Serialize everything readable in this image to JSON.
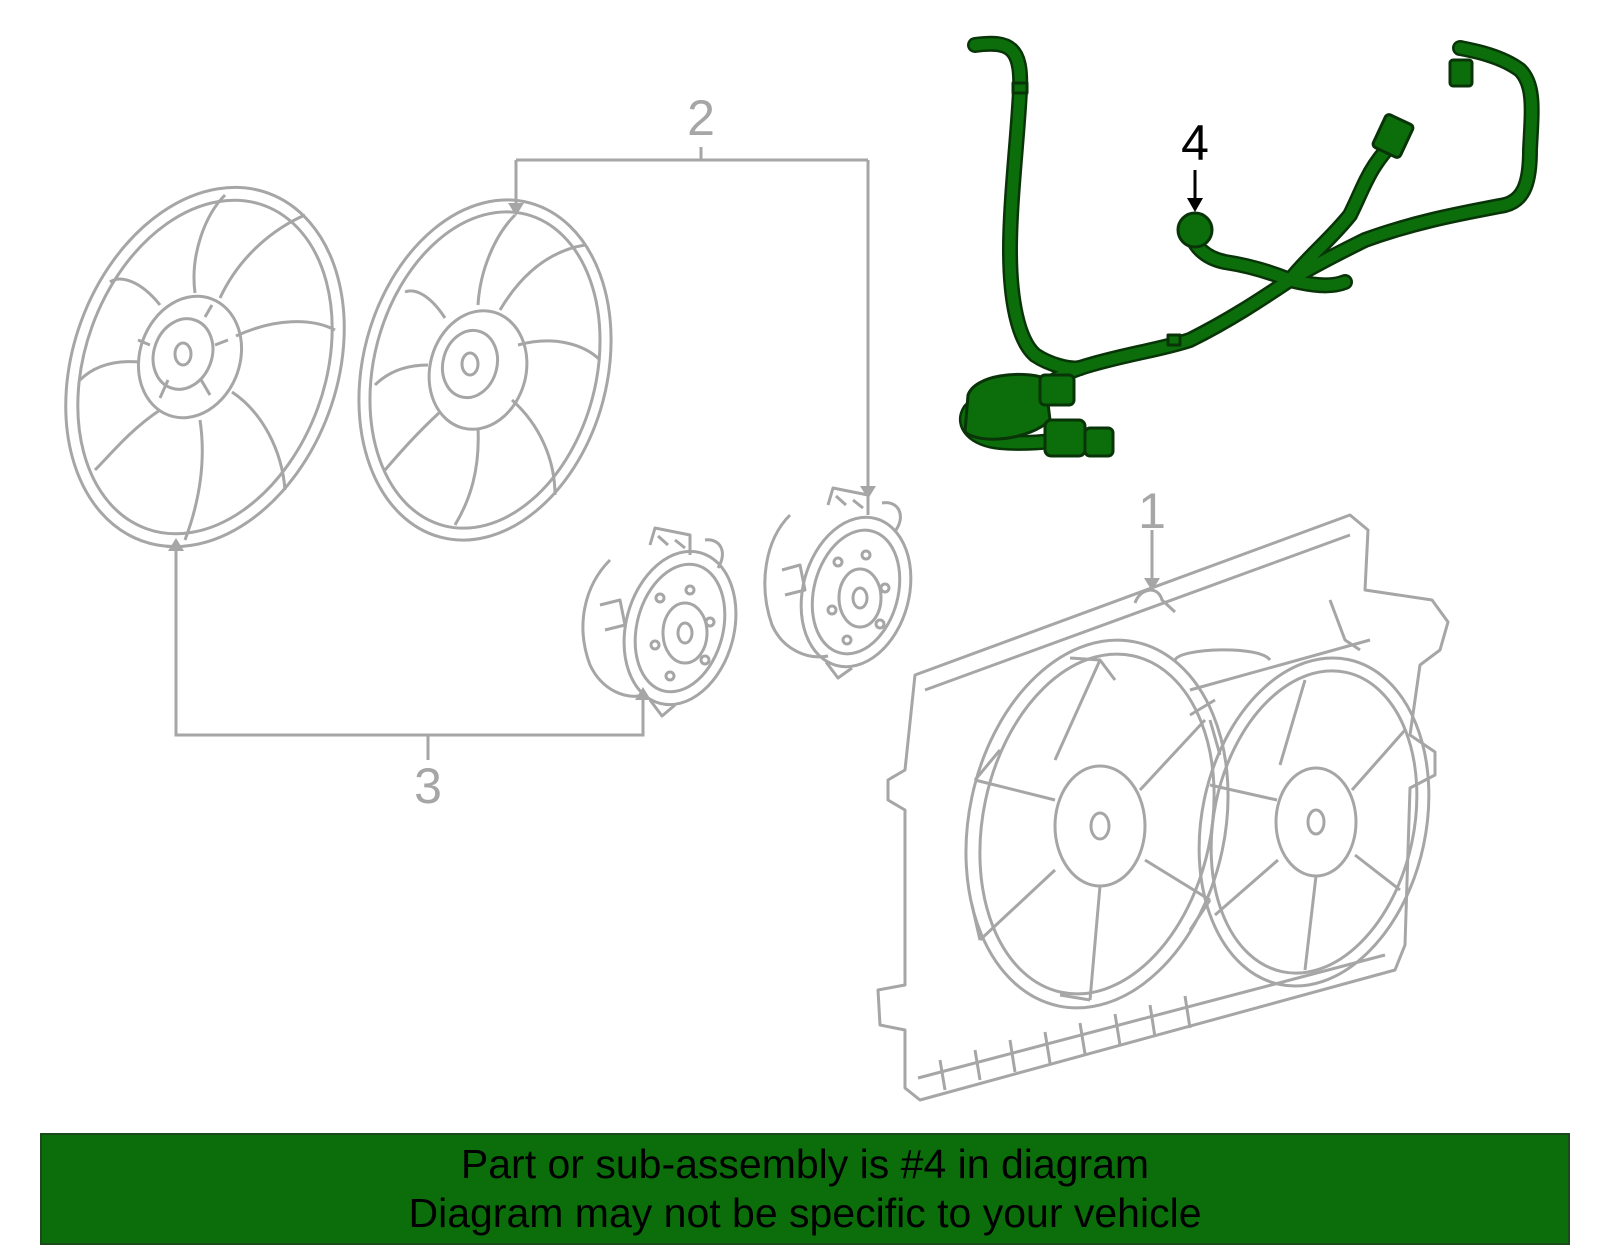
{
  "colors": {
    "line": "#a6a6a6",
    "highlight": "#0b6e0b",
    "highlight_outline": "#083408",
    "background": "#ffffff",
    "banner_bg": "#0b6e0b",
    "banner_text": "#000000"
  },
  "callouts": [
    {
      "id": "1",
      "label": "1"
    },
    {
      "id": "2",
      "label": "2"
    },
    {
      "id": "3",
      "label": "3"
    },
    {
      "id": "4",
      "label": "4"
    }
  ],
  "banner": {
    "line1": "Part or sub-assembly is #4 in diagram",
    "line2": "Diagram may not be specific to your vehicle"
  }
}
